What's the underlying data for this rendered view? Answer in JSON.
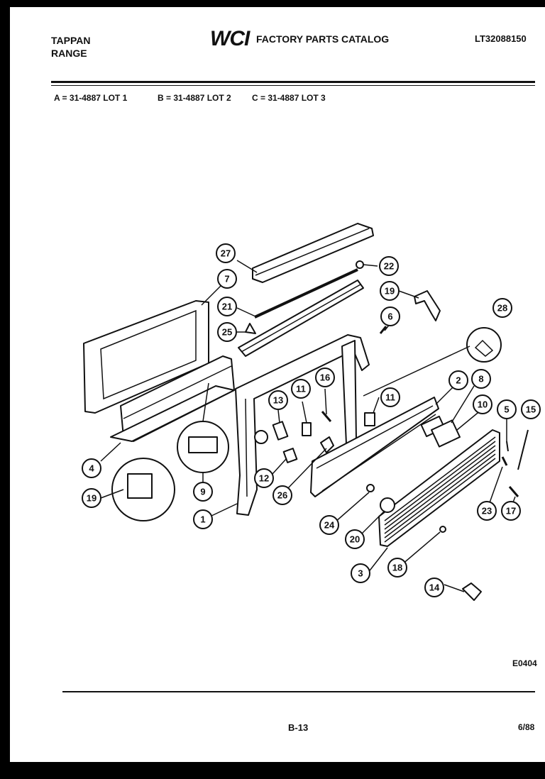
{
  "header": {
    "brand_line1": "TAPPAN",
    "brand_line2": "RANGE",
    "logo": "WCI",
    "catalog_title": "FACTORY PARTS CATALOG",
    "model_number": "LT32088150"
  },
  "lots": [
    "A = 31-4887 LOT 1",
    "B = 31-4887 LOT 2",
    "C = 31-4887 LOT 3"
  ],
  "callouts": [
    {
      "label": "27"
    },
    {
      "label": "7"
    },
    {
      "label": "22"
    },
    {
      "label": "19"
    },
    {
      "label": "21"
    },
    {
      "label": "6"
    },
    {
      "label": "25"
    },
    {
      "label": "28"
    },
    {
      "label": "16"
    },
    {
      "label": "13"
    },
    {
      "label": "11"
    },
    {
      "label": "11"
    },
    {
      "label": "2"
    },
    {
      "label": "8"
    },
    {
      "label": "10"
    },
    {
      "label": "5"
    },
    {
      "label": "15"
    },
    {
      "label": "4"
    },
    {
      "label": "9"
    },
    {
      "label": "12"
    },
    {
      "label": "26"
    },
    {
      "label": "19"
    },
    {
      "label": "1"
    },
    {
      "label": "24"
    },
    {
      "label": "23"
    },
    {
      "label": "17"
    },
    {
      "label": "20"
    },
    {
      "label": "18"
    },
    {
      "label": "3"
    },
    {
      "label": "14"
    }
  ],
  "footer": {
    "diagram_code": "E0404",
    "page": "B-13",
    "date": "6/88"
  }
}
